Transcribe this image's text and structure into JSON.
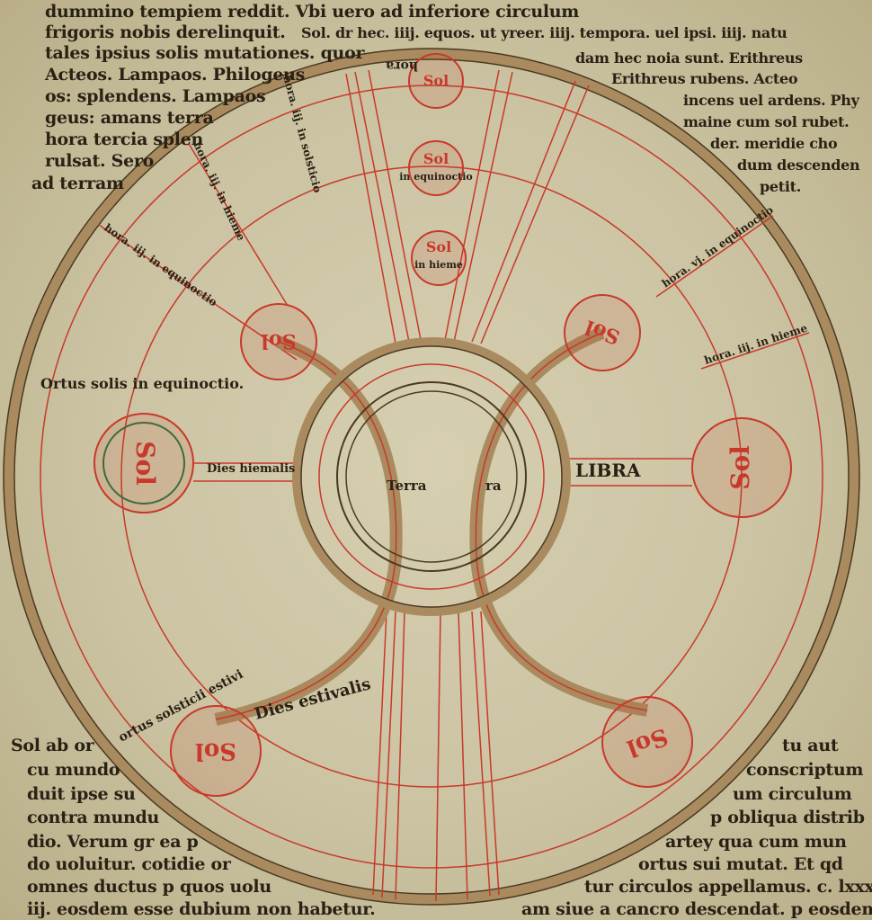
{
  "text": {
    "top_left": [
      "dummino tempiem reddit. Vbi uero ad inferiore circulum",
      "frigoris nobis derelinquit.",
      "tales ipsius solis mutationes. quor",
      "Acteos. Lampaos. Philogeus",
      "os: splendens. Lampaos",
      "geus: amans terra",
      "hora tercia splen",
      "rulsat. Sero",
      "ad terram"
    ],
    "top_right": [
      "Sol. dr hec. iiij. equos. ut yreer. iiij. tempora. uel ipsi. iiij. natu",
      "dam hec noia sunt. Erithreus",
      "Erithreus rubens. Acteo",
      "incens uel ardens. Phy",
      "maine cum sol rubet.",
      "der. meridie cho",
      "dum descenden",
      "petit."
    ],
    "bottom_left": [
      "Sol ab or",
      "cu mundo",
      "duit ipse su",
      "contra mundu",
      "dio. Verum gr ea p",
      "do uoluitur. cotidie or",
      "omnes ductus p quos uolu",
      "iij. eosdem esse dubium non habetur."
    ],
    "bottom_right": [
      "tu aut",
      "conscriptum",
      "um circulum",
      "p obliqua distrib",
      "artey qua cum mun",
      "ortus sui mutat. Et qd",
      "tur circulos appellamus. c. lxxx.",
      "am siue a cancro descendat. p eosdem"
    ]
  },
  "diagram": {
    "sun_label": "Sol",
    "center_left": "Terra",
    "center_right": "ra",
    "libra": "LIBRA",
    "ortus_equinoctio": "Ortus solis in equinoctio.",
    "ortus_solsticii": "ortus solsticii estivi",
    "dies_estivalis": "Dies estivalis",
    "hora": "hora",
    "hieme": "Dies hiemalis",
    "hora_labels": [
      "hora. iij. in hieme",
      "hora. iij. in equinoctio",
      "hora. iij. in solsticio",
      "hora. vj. in equinoctio",
      "hora. iij. in hieme"
    ],
    "inner_sun_labels": [
      "in equinoctio",
      "in hieme"
    ],
    "colors": {
      "parchment": "#cbc3a2",
      "ink": "#2a2115",
      "rubric": "#c8392b",
      "band": "#a98b5f",
      "green": "#3f6b3a"
    }
  }
}
